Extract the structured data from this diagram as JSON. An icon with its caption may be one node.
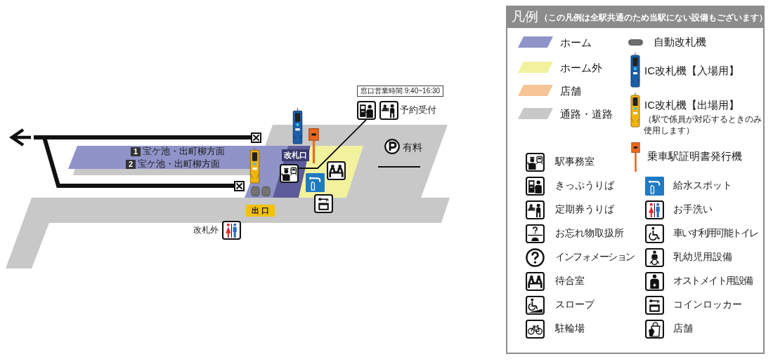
{
  "diagram": {
    "nodes": [
      {
        "text": [
          "予約受付"
        ],
        "beside": [
          "窓口営業時間 9:40~16:30"
        ]
      },
      {
        "text": [],
        "shape": "picture"
      }
    ],
    "edges": [
      {
        "from": 0,
        "to": 1,
        "arrow": "none"
      }
    ],
    "labels": [
      "1",
      "宝ケ池・出町柳方面",
      "2",
      "宝ケ池・出町柳方面",
      "有料",
      "改札口",
      "出口",
      "改札外",
      "凡例",
      "（この凡例は全駅共通のため当駅にない設備もございます）",
      "（駅で係員が対応するときのみ使用します）"
    ],
    "legend": [
      {
        "text": "ホーム",
        "color": "#8f93c8"
      },
      {
        "text": "ホーム外",
        "color": "#f2f29e"
      },
      {
        "text": "店舗",
        "color": "#f6c597"
      },
      {
        "text": "通路・道路",
        "color": "#c8c8c8"
      },
      {
        "text": "自動改札機"
      },
      {
        "text": "IC改札機【入場用】"
      },
      {
        "text": "IC改札機【出場用】"
      },
      {
        "text": "乗車駅証明書発行機"
      },
      {
        "text": "駅事務室"
      },
      {
        "text": "きっぷうりば"
      },
      {
        "text": "定期券うりば"
      },
      {
        "text": "お忘れ物取扱所"
      },
      {
        "text": "インフォメーション"
      },
      {
        "text": "待合室"
      },
      {
        "text": "スロープ"
      },
      {
        "text": "駐輪場"
      },
      {
        "text": "給水スポット"
      },
      {
        "text": "お手洗い"
      },
      {
        "text": "車いす利用可能トイレ"
      },
      {
        "text": "乳幼児用設備"
      },
      {
        "text": "オストメイト用設備"
      },
      {
        "text": "コインロッカー"
      },
      {
        "text": "店舗"
      }
    ]
  }
}
